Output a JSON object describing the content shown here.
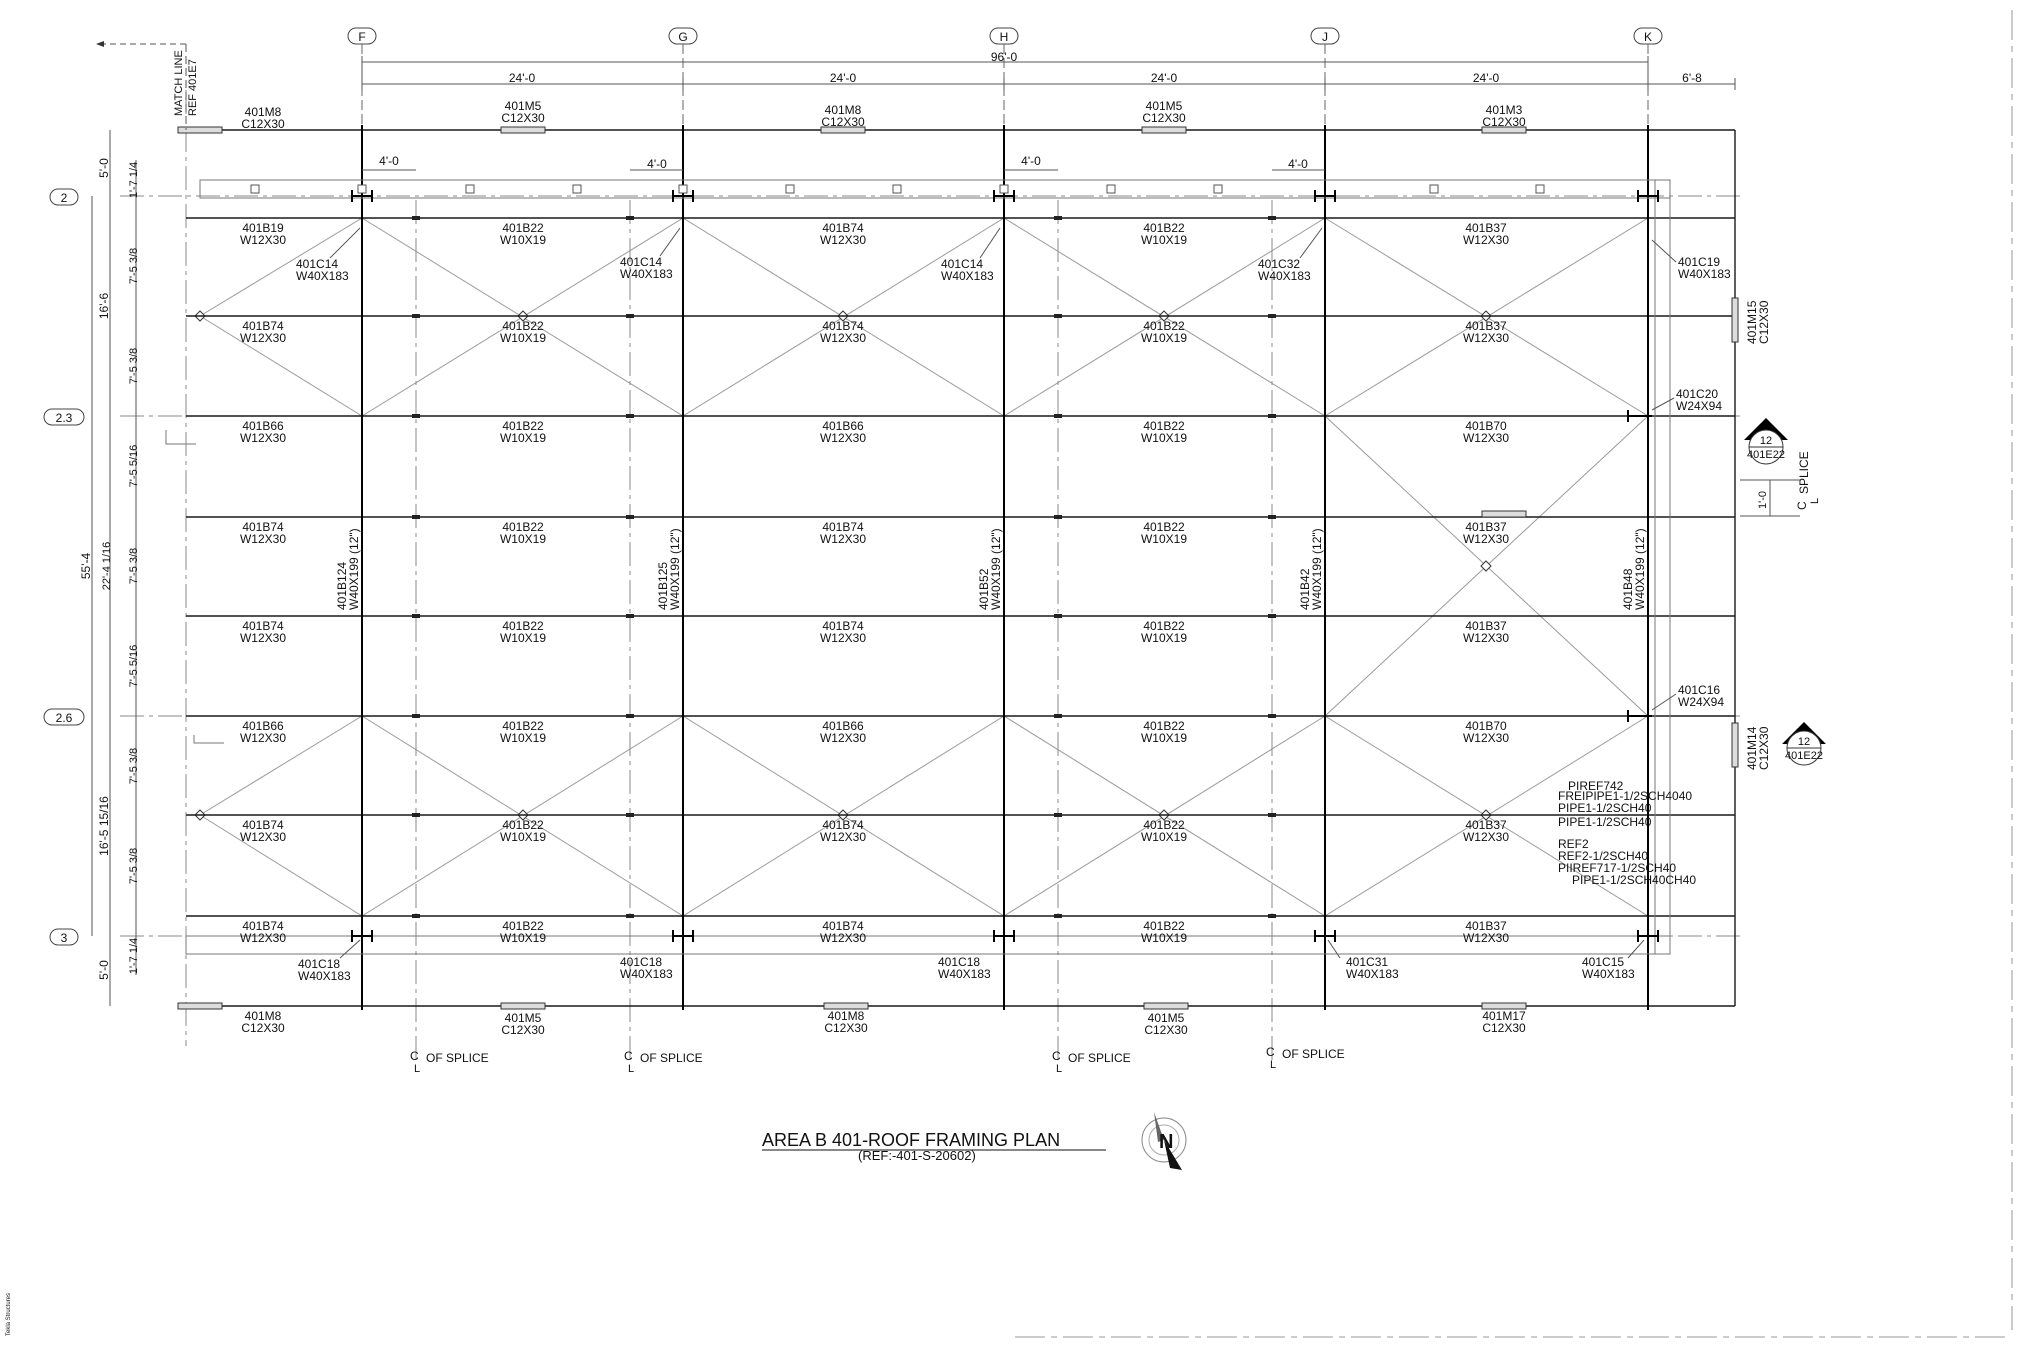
{
  "title": {
    "main": "AREA B 401-ROOF FRAMING PLAN",
    "ref": "(REF:-401-S-20602)"
  },
  "side_note": "Tekla Structures",
  "match_line": {
    "line1": "MATCH LINE",
    "line2": "REF 401E7"
  },
  "grid_cols": [
    "F",
    "G",
    "H",
    "J",
    "K"
  ],
  "grid_rows": [
    "2",
    "2.3",
    "2.6",
    "3"
  ],
  "top_dims": {
    "overall": "96'-0",
    "bays": [
      "24'-0",
      "24'-0",
      "24'-0",
      "24'-0"
    ],
    "overhang": "6'-8"
  },
  "small_dims": [
    "4'-0",
    "4'-0",
    "4'-0",
    "4'-0"
  ],
  "left_dims": {
    "outer": [
      "5'-0",
      "16'-6",
      "55'-4",
      "16'-5 15/16",
      "5'-0"
    ],
    "inner": [
      "1'-7 1/4",
      "7'-5 3/8",
      "7'-5 3/8",
      "22'-4 1/16",
      "7'-5 5/16",
      "7'-5 3/8",
      "7'-5 5/16",
      "7'-5 3/8",
      "7'-5 3/8",
      "1'-7 1/4"
    ]
  },
  "top_members": [
    {
      "mark": "401M8",
      "size": "C12X30"
    },
    {
      "mark": "401M5",
      "size": "C12X30"
    },
    {
      "mark": "401M8",
      "size": "C12X30"
    },
    {
      "mark": "401M5",
      "size": "C12X30"
    },
    {
      "mark": "401M3",
      "size": "C12X30"
    }
  ],
  "bottom_members": [
    {
      "mark": "401M8",
      "size": "C12X30"
    },
    {
      "mark": "401M5",
      "size": "C12X30"
    },
    {
      "mark": "401M8",
      "size": "C12X30"
    },
    {
      "mark": "401M5",
      "size": "C12X30"
    },
    {
      "mark": "401M17",
      "size": "C12X30"
    }
  ],
  "right_members": [
    {
      "mark": "401M15",
      "size": "C12X30"
    },
    {
      "mark": "401M14",
      "size": "C12X30"
    }
  ],
  "beam_rows": [
    [
      {
        "mark": "401B19",
        "size": "W12X30"
      },
      {
        "mark": "401B22",
        "size": "W10X19"
      },
      {
        "mark": "401B74",
        "size": "W12X30"
      },
      {
        "mark": "401B22",
        "size": "W10X19"
      },
      {
        "mark": "401B37",
        "size": "W12X30"
      }
    ],
    [
      {
        "mark": "401B74",
        "size": "W12X30"
      },
      {
        "mark": "401B22",
        "size": "W10X19"
      },
      {
        "mark": "401B74",
        "size": "W12X30"
      },
      {
        "mark": "401B22",
        "size": "W10X19"
      },
      {
        "mark": "401B37",
        "size": "W12X30"
      }
    ],
    [
      {
        "mark": "401B66",
        "size": "W12X30"
      },
      {
        "mark": "401B22",
        "size": "W10X19"
      },
      {
        "mark": "401B66",
        "size": "W12X30"
      },
      {
        "mark": "401B22",
        "size": "W10X19"
      },
      {
        "mark": "401B70",
        "size": "W12X30"
      }
    ],
    [
      {
        "mark": "401B74",
        "size": "W12X30"
      },
      {
        "mark": "401B22",
        "size": "W10X19"
      },
      {
        "mark": "401B74",
        "size": "W12X30"
      },
      {
        "mark": "401B22",
        "size": "W10X19"
      },
      {
        "mark": "401B37",
        "size": "W12X30"
      }
    ],
    [
      {
        "mark": "401B74",
        "size": "W12X30"
      },
      {
        "mark": "401B22",
        "size": "W10X19"
      },
      {
        "mark": "401B74",
        "size": "W12X30"
      },
      {
        "mark": "401B22",
        "size": "W10X19"
      },
      {
        "mark": "401B37",
        "size": "W12X30"
      }
    ],
    [
      {
        "mark": "401B66",
        "size": "W12X30"
      },
      {
        "mark": "401B22",
        "size": "W10X19"
      },
      {
        "mark": "401B66",
        "size": "W12X30"
      },
      {
        "mark": "401B22",
        "size": "W10X19"
      },
      {
        "mark": "401B70",
        "size": "W12X30"
      }
    ],
    [
      {
        "mark": "401B74",
        "size": "W12X30"
      },
      {
        "mark": "401B22",
        "size": "W10X19"
      },
      {
        "mark": "401B74",
        "size": "W12X30"
      },
      {
        "mark": "401B22",
        "size": "W10X19"
      },
      {
        "mark": "401B37",
        "size": "W12X30"
      }
    ],
    [
      {
        "mark": "401B74",
        "size": "W12X30"
      },
      {
        "mark": "401B22",
        "size": "W10X19"
      },
      {
        "mark": "401B74",
        "size": "W12X30"
      },
      {
        "mark": "401B22",
        "size": "W10X19"
      },
      {
        "mark": "401B37",
        "size": "W12X30"
      }
    ]
  ],
  "girders": [
    {
      "mark": "401B124",
      "size": "W40X199 (12\")"
    },
    {
      "mark": "401B125",
      "size": "W40X199 (12\")"
    },
    {
      "mark": "401B52",
      "size": "W40X199 (12\")"
    },
    {
      "mark": "401B42",
      "size": "W40X199 (12\")"
    },
    {
      "mark": "401B48",
      "size": "W40X199 (12\")"
    }
  ],
  "columns_top": [
    {
      "mark": "401C14",
      "size": "W40X183"
    },
    {
      "mark": "401C14",
      "size": "W40X183"
    },
    {
      "mark": "401C14",
      "size": "W40X183"
    },
    {
      "mark": "401C32",
      "size": "W40X183"
    },
    {
      "mark": "401C19",
      "size": "W40X183"
    }
  ],
  "columns_bottom": [
    {
      "mark": "401C18",
      "size": "W40X183"
    },
    {
      "mark": "401C18",
      "size": "W40X183"
    },
    {
      "mark": "401C18",
      "size": "W40X183"
    },
    {
      "mark": "401C31",
      "size": "W40X183"
    },
    {
      "mark": "401C15",
      "size": "W40X183"
    }
  ],
  "columns_right": [
    {
      "mark": "401C20",
      "size": "W24X94"
    },
    {
      "mark": "401C16",
      "size": "W24X94"
    }
  ],
  "splices": [
    "OF SPLICE",
    "OF SPLICE",
    "OF SPLICE",
    "OF SPLICE"
  ],
  "right_splice": {
    "label": "SPLICE",
    "dim": "1'-0"
  },
  "section_markers": [
    {
      "num": "12",
      "ref": "401E22"
    },
    {
      "num": "12",
      "ref": "401E22"
    }
  ],
  "pipe_notes": [
    "PIREF742",
    "FREIPIPE1-1/2SCH4040",
    "PIPE1-1/2SCH40",
    "PIPE1-1/2SCH40",
    "REF2",
    "REF2-1/2SCH40",
    "PIIREF717-1/2SCH40",
    "PIPE1-1/2SCH40CH40"
  ],
  "north_letter": "N"
}
